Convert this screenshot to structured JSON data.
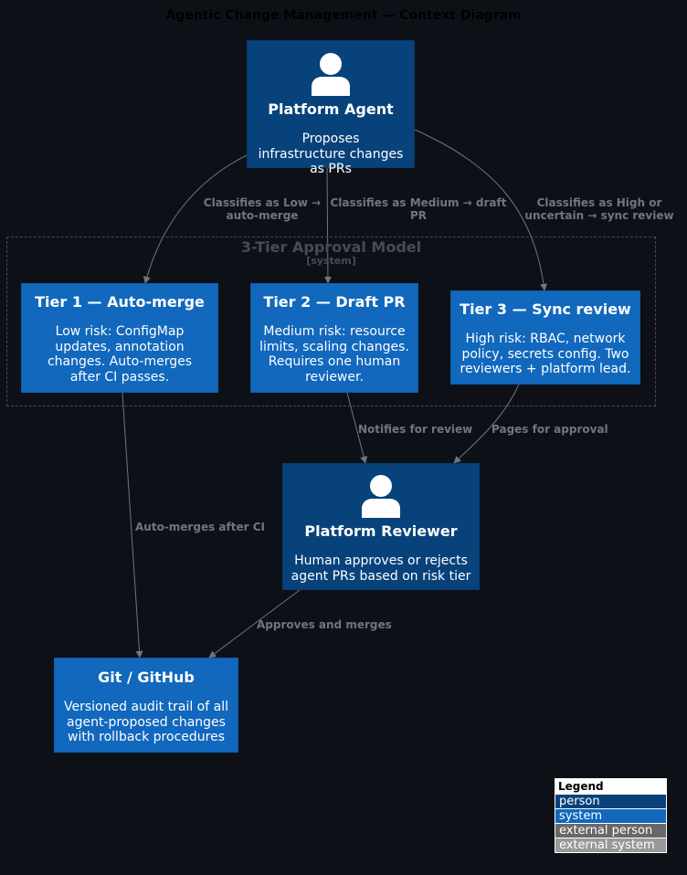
{
  "title": "Agentic Change Management — Context Diagram",
  "colors": {
    "background": "#0d1117",
    "person": "#08427b",
    "system": "#1168bd",
    "external_person": "#686868",
    "external_system": "#999999",
    "relationship": "#6e7681"
  },
  "nodes": {
    "platform_agent": {
      "kind": "person",
      "icon": "person-icon",
      "name": "Platform Agent",
      "description": "Proposes infrastructure changes as PRs"
    },
    "tier1": {
      "kind": "system",
      "name": "Tier 1 — Auto-merge",
      "description": "Low risk: ConfigMap updates, annotation changes. Auto-merges after CI passes."
    },
    "tier2": {
      "kind": "system",
      "name": "Tier 2 — Draft PR",
      "description": "Medium risk: resource limits, scaling changes. Requires one human reviewer."
    },
    "tier3": {
      "kind": "system",
      "name": "Tier 3 — Sync review",
      "description": "High risk: RBAC, network policy, secrets config. Two reviewers + platform lead."
    },
    "platform_reviewer": {
      "kind": "person",
      "icon": "person-icon",
      "name": "Platform Reviewer",
      "description": "Human approves or rejects agent PRs based on risk tier"
    },
    "git_github": {
      "kind": "system",
      "name": "Git / GitHub",
      "description": "Versioned audit trail of all agent-proposed changes with rollback procedures"
    }
  },
  "boundary": {
    "title": "3-Tier Approval Model",
    "tag": "[system]"
  },
  "relationships": [
    {
      "from": "platform_agent",
      "to": "tier1",
      "label": "Classifies as Low → auto-merge"
    },
    {
      "from": "platform_agent",
      "to": "tier2",
      "label": "Classifies as Medium → draft PR"
    },
    {
      "from": "platform_agent",
      "to": "tier3",
      "label": "Classifies as High or uncertain → sync review"
    },
    {
      "from": "tier2",
      "to": "platform_reviewer",
      "label": "Notifies for review"
    },
    {
      "from": "tier3",
      "to": "platform_reviewer",
      "label": "Pages for approval"
    },
    {
      "from": "tier1",
      "to": "git_github",
      "label": "Auto-merges after CI"
    },
    {
      "from": "platform_reviewer",
      "to": "git_github",
      "label": "Approves and merges"
    }
  ],
  "legend": {
    "title": "Legend",
    "items": [
      {
        "label": "person",
        "color": "#08427b"
      },
      {
        "label": "system",
        "color": "#1168bd"
      },
      {
        "label": "external person",
        "color": "#686868"
      },
      {
        "label": "external system",
        "color": "#999999"
      }
    ]
  }
}
